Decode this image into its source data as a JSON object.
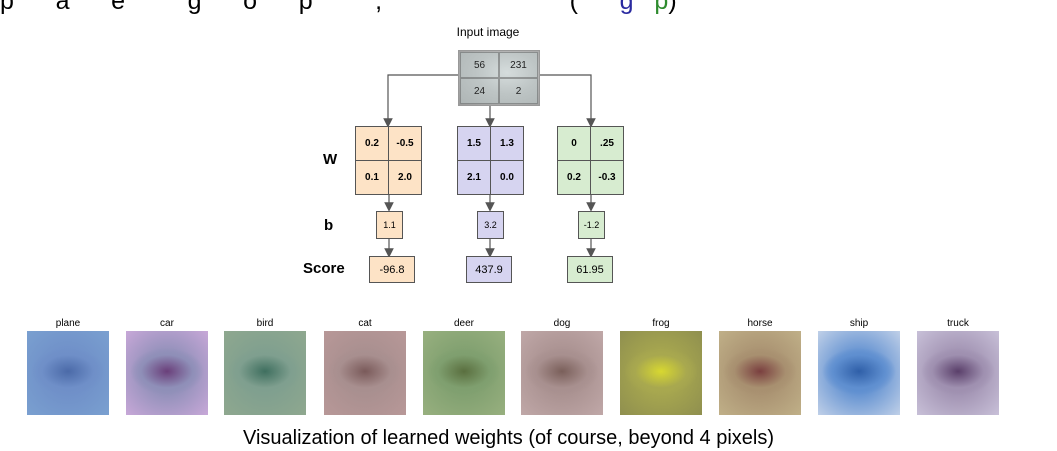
{
  "top_text": {
    "part1": "p      a      e         g      o      p         ,                           (",
    "blue": "      g",
    "green": "   p",
    "part2": ")"
  },
  "input": {
    "title": "Input image",
    "pixels": [
      "56",
      "231",
      "24",
      "2"
    ]
  },
  "rows": {
    "w_label": "W",
    "b_label": "b",
    "score_label": "Score"
  },
  "classes": [
    {
      "weights": [
        "0.2",
        "-0.5",
        "0.1",
        "2.0"
      ],
      "bias": "1.1",
      "score": "-96.8"
    },
    {
      "weights": [
        "1.5",
        "1.3",
        "2.1",
        "0.0"
      ],
      "bias": "3.2",
      "score": "437.9"
    },
    {
      "weights": [
        "0",
        ".25",
        "0.2",
        "-0.3"
      ],
      "bias": "-1.2",
      "score": "61.95"
    }
  ],
  "templates": [
    {
      "label": "plane",
      "colors": [
        "#6f8fc8",
        "#4b6aa8",
        "#7aa0d0"
      ]
    },
    {
      "label": "car",
      "colors": [
        "#8f8fb8",
        "#6a3f7a",
        "#c8a8d8"
      ]
    },
    {
      "label": "bird",
      "colors": [
        "#7f9f8f",
        "#3f6f5f",
        "#8fa88f"
      ]
    },
    {
      "label": "cat",
      "colors": [
        "#a88f8f",
        "#7a5a5a",
        "#b89898"
      ]
    },
    {
      "label": "deer",
      "colors": [
        "#7f9f6f",
        "#5a6f3f",
        "#98b07f"
      ]
    },
    {
      "label": "dog",
      "colors": [
        "#a8908f",
        "#7a5f5a",
        "#c0a8a8"
      ]
    },
    {
      "label": "frog",
      "colors": [
        "#a8a84f",
        "#d8d830",
        "#8f8f4f"
      ]
    },
    {
      "label": "horse",
      "colors": [
        "#a89070",
        "#7a3f3f",
        "#c0b088"
      ]
    },
    {
      "label": "ship",
      "colors": [
        "#5f8fd0",
        "#2f5fa8",
        "#c0d0e8"
      ]
    },
    {
      "label": "truck",
      "colors": [
        "#9f90b0",
        "#5a3f6a",
        "#c8c0d8"
      ]
    }
  ],
  "caption": "Visualization of learned weights (of course, beyond 4 pixels)"
}
